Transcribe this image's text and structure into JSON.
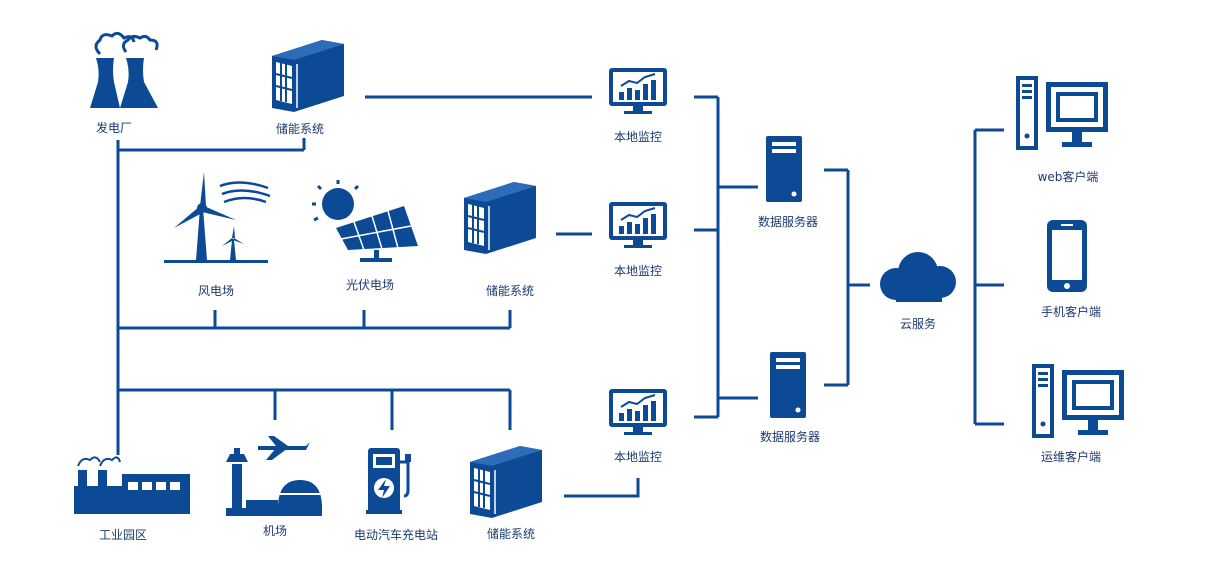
{
  "colors": {
    "primary": "#0c4a96",
    "label": "#1a3a6e",
    "background": "#ffffff"
  },
  "nodes": {
    "power_plant": {
      "label": "发电厂",
      "icon": "power-plant-icon"
    },
    "storage_1": {
      "label": "储能系统",
      "icon": "battery-container-icon"
    },
    "wind_farm": {
      "label": "风电场",
      "icon": "wind-turbine-icon"
    },
    "solar_farm": {
      "label": "光伏电场",
      "icon": "solar-panel-icon"
    },
    "storage_2": {
      "label": "储能系统",
      "icon": "battery-container-icon"
    },
    "industrial_park": {
      "label": "工业园区",
      "icon": "factory-icon"
    },
    "airport": {
      "label": "机场",
      "icon": "airport-icon"
    },
    "ev_station": {
      "label": "电动汽车充电站",
      "icon": "ev-charger-icon"
    },
    "storage_3": {
      "label": "储能系统",
      "icon": "battery-container-icon"
    },
    "monitor_1": {
      "label": "本地监控",
      "icon": "monitor-chart-icon"
    },
    "monitor_2": {
      "label": "本地监控",
      "icon": "monitor-chart-icon"
    },
    "monitor_3": {
      "label": "本地监控",
      "icon": "monitor-chart-icon"
    },
    "server_1": {
      "label": "数据服务器",
      "icon": "server-icon"
    },
    "server_2": {
      "label": "数据服务器",
      "icon": "server-icon"
    },
    "cloud": {
      "label": "云服务",
      "icon": "cloud-icon"
    },
    "web_client": {
      "label": "web客户端",
      "icon": "desktop-computer-icon"
    },
    "mobile_client": {
      "label": "手机客户端",
      "icon": "mobile-phone-icon"
    },
    "ops_client": {
      "label": "运维客户端",
      "icon": "desktop-computer-icon"
    }
  }
}
